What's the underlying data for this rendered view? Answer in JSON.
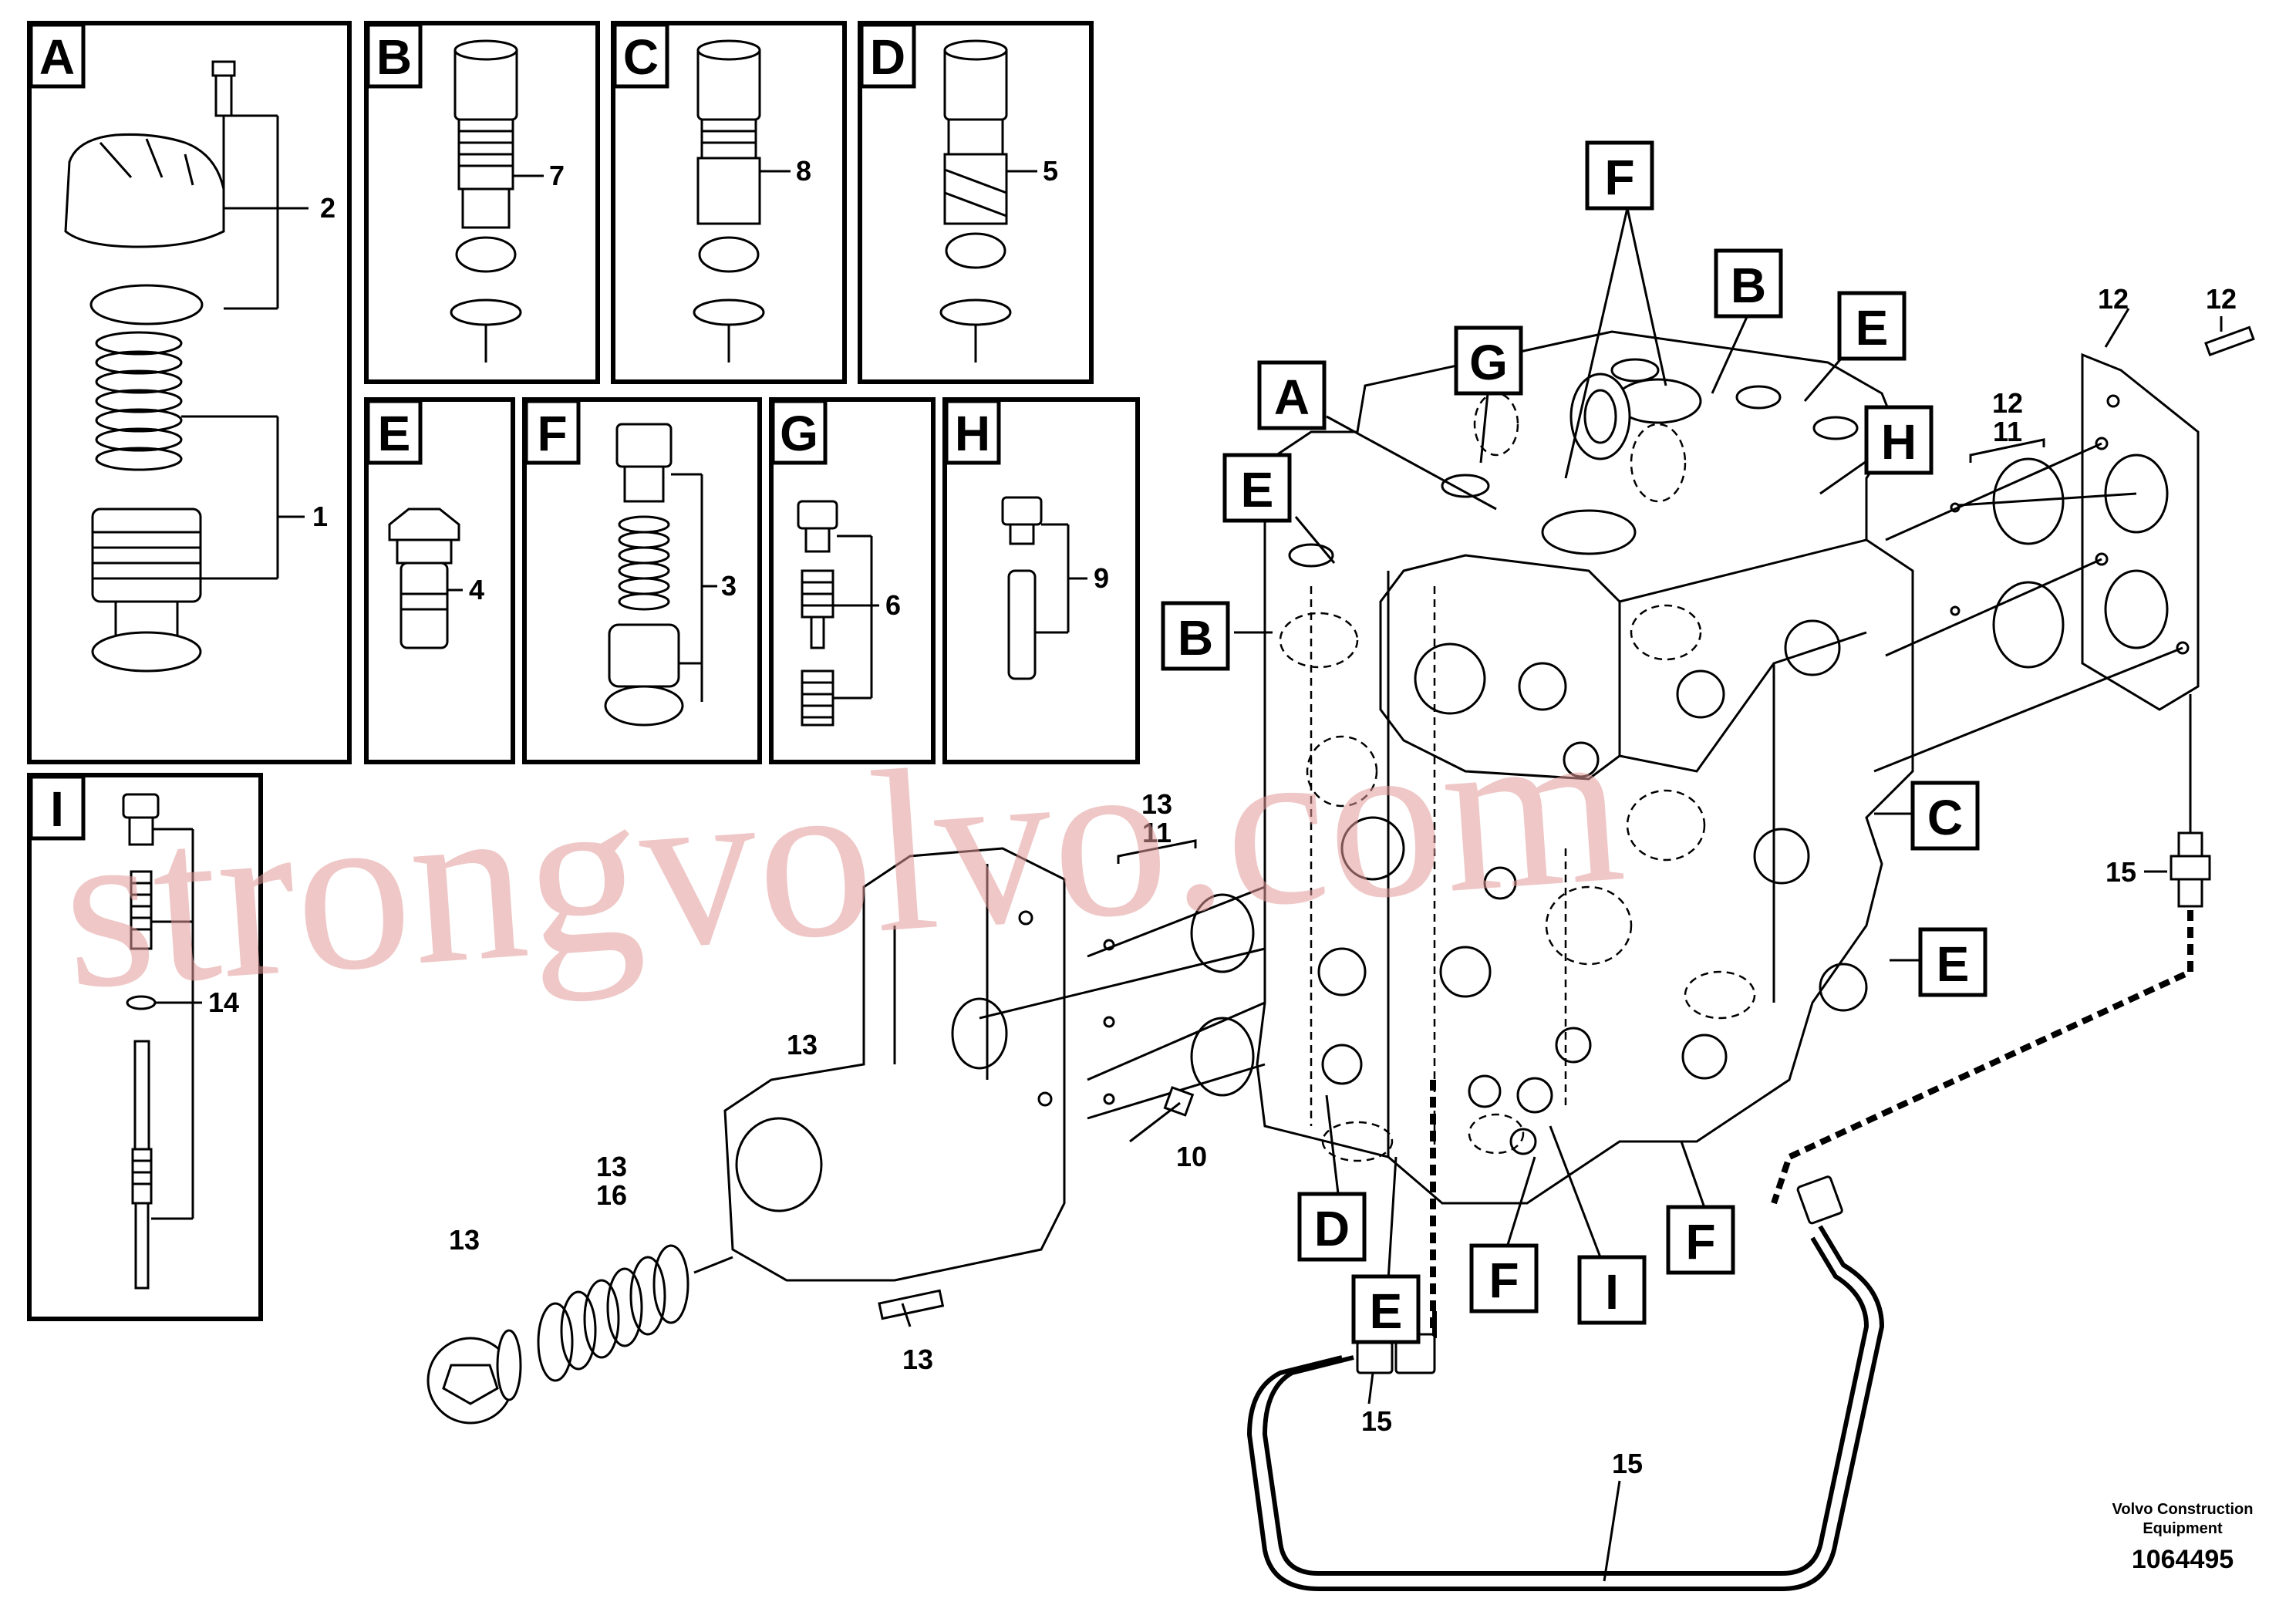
{
  "panels": {
    "A": {
      "tag": "A",
      "numbers": [
        "2",
        "1"
      ]
    },
    "B": {
      "tag": "B",
      "numbers": [
        "7"
      ]
    },
    "C": {
      "tag": "C",
      "numbers": [
        "8"
      ]
    },
    "D": {
      "tag": "D",
      "numbers": [
        "5"
      ]
    },
    "E": {
      "tag": "E",
      "numbers": [
        "4"
      ]
    },
    "F": {
      "tag": "F",
      "numbers": [
        "3"
      ]
    },
    "G": {
      "tag": "G",
      "numbers": [
        "6"
      ]
    },
    "H": {
      "tag": "H",
      "numbers": [
        "9"
      ]
    },
    "I": {
      "tag": "I",
      "numbers": [
        "14"
      ]
    }
  },
  "main": {
    "tags": [
      "F",
      "B",
      "E",
      "G",
      "A",
      "H",
      "E",
      "B",
      "C",
      "E",
      "D",
      "E",
      "F",
      "I",
      "F"
    ],
    "numbers": [
      "12",
      "12",
      "12",
      "11",
      "13",
      "11",
      "15",
      "13",
      "10",
      "13",
      "16",
      "13",
      "13",
      "15",
      "15"
    ]
  },
  "watermark": "strongvolvo.com",
  "footer": {
    "company_line1": "Volvo Construction",
    "company_line2": "Equipment",
    "drawing_number": "1064495"
  }
}
